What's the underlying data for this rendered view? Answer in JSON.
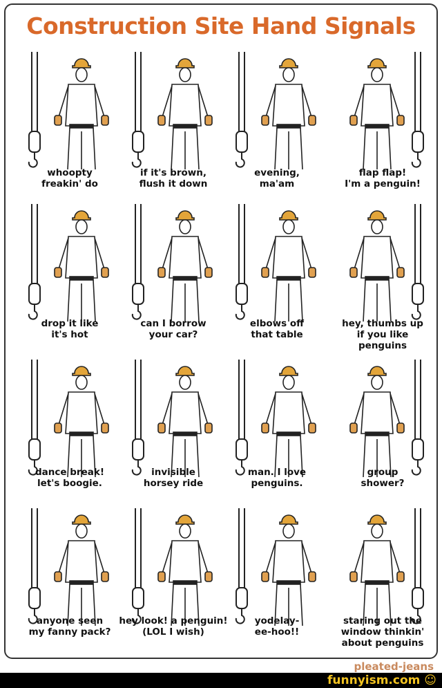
{
  "title": "Construction Site Hand Signals",
  "colors": {
    "title": "#d9692a",
    "helmet": "#e3a53a",
    "gloves": "#e0a050",
    "arrow": "#e3a53a"
  },
  "signals": [
    {
      "caption": "whoopty\nfreakin' do"
    },
    {
      "caption": "if it's brown,\nflush it down"
    },
    {
      "caption": "evening,\nma'am"
    },
    {
      "caption": "flap flap!\nI'm a penguin!"
    },
    {
      "caption": "drop it like\nit's hot"
    },
    {
      "caption": "can I borrow\nyour car?"
    },
    {
      "caption": "elbows off\nthat table"
    },
    {
      "caption": "hey, thumbs up\nif you like\npenguins"
    },
    {
      "caption": "dance break!\nlet's boogie."
    },
    {
      "caption": "invisible\nhorsey ride"
    },
    {
      "caption": "man. I love\npenguins."
    },
    {
      "caption": "group\nshower?"
    },
    {
      "caption": "anyone seen\nmy fanny pack?"
    },
    {
      "caption": "hey look! a penguin!\n(LOL I wish)"
    },
    {
      "caption": "yodelay-\nee-hoo!!"
    },
    {
      "caption": "staring out the\nwindow thinkin'\nabout penguins"
    }
  ],
  "footer": {
    "credit": "pleated-jeans",
    "site": "funnyism.com ☺"
  }
}
